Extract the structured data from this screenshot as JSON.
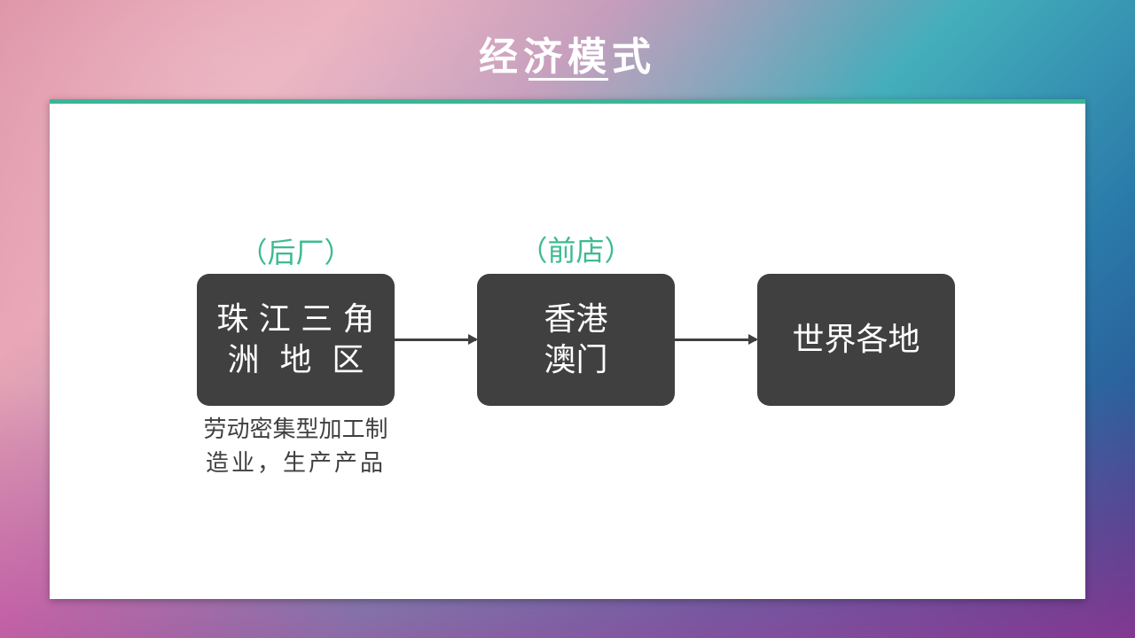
{
  "title": "经济模式",
  "tags": {
    "left": "（后厂）",
    "middle": "（前店）"
  },
  "boxes": [
    {
      "line1": "珠 江 三 角",
      "line2": "洲  地  区"
    },
    {
      "line1": "香港",
      "line2": "澳门"
    },
    {
      "line1": "世界各地"
    }
  ],
  "description": {
    "line1": "劳动密集型加工制",
    "line2": "造业，生产产品"
  }
}
